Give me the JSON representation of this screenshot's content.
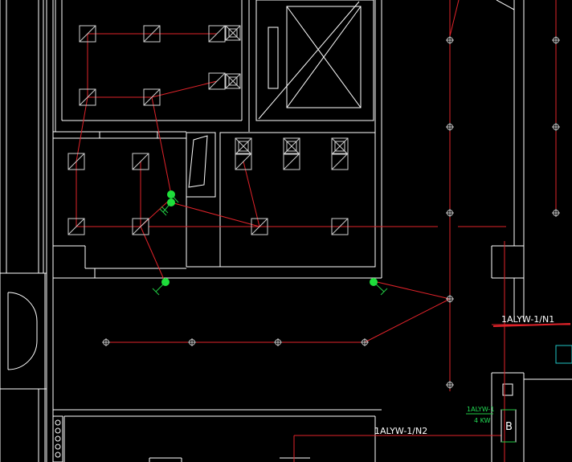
{
  "labels": {
    "circuit_n1": "1ALYW-1/N1",
    "circuit_n2": "1ALYW-1/N2",
    "panel_id": "1ALYW-1",
    "panel_power": "4 KW",
    "panel_box": "B"
  },
  "colors": {
    "background": "#000000",
    "wall": "#ffffff",
    "wire": "#e0232a",
    "switch": "#1ee03a",
    "panel_text": "#22dd55",
    "highlight_underline": "#e0232a"
  },
  "symbols": {
    "light_fixture": "light-fixture-icon",
    "exhaust_fan": "exhaust-fan-icon",
    "switch": "switch-icon",
    "junction_node": "junction-node-icon",
    "door_swing": "door-swing-icon",
    "distribution_panel": "distribution-panel-icon"
  }
}
